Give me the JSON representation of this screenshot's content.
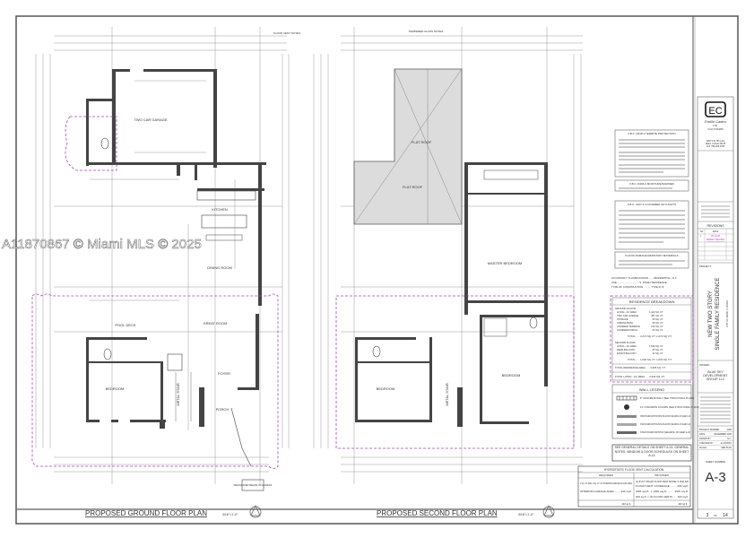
{
  "watermark": "A11870867 © Miami MLS © 2025",
  "ground_plan": {
    "title": "PROPOSED GROUND FLOOR PLAN",
    "scale": "3/16\"=1'-0\"",
    "rooms": [
      "TWO CAR GARAGE",
      "KITCHEN",
      "DINING ROOM",
      "GREAT ROOM",
      "POOL DECK",
      "BEDROOM",
      "METAL STAIR",
      "FOYER",
      "PORCH"
    ],
    "egress_note": "DESIGNATED MEANS OF EGRESS",
    "flood_note": "FLOOD VENT NOTES"
  },
  "second_plan": {
    "title": "PROPOSED SECOND FLOOR PLAN",
    "scale": "3/16\"=1'-0\"",
    "rooms": [
      "FLAT ROOF",
      "MASTER BEDROOM",
      "BEDROOM",
      "BEDROOM",
      "METAL STAIR",
      "FLAT ROOF"
    ],
    "note": "TEMPERED GLASS NOTES"
  },
  "notes": {
    "termite": "F.B.C. R318.1 TERMITE PROTECTION",
    "moisture": "F.B.C. R406.2 MOISTURE BARRIER",
    "overhead": "F.B.C. 2107.3.4 COVERED SKYLIGHTS",
    "flood": "FLOOD DAMAGE RESISTANT MATERIALS",
    "occupancy": "OCCUPANCY CLASSIFICATION ...... RESIDENTIAL / R-3",
    "use": "USE ............................... S. FAMILY RESIDENCE",
    "construction": "TYPE OF CONSTRUCTION .......... TYPE III, B",
    "general": "SEE GENERAL DETAILS ON SHEET A-13, GENERAL NOTES, WINDOW & DOOR SCHEDULES ON SHEET A-14"
  },
  "residence_breakdown": {
    "title": "RESIDENCE BREAKDOWN",
    "ground_label": "GROUND FLOOR:",
    "ground_rows": [
      [
        "LIVING - AC AREA",
        "1,410 SQ. FT."
      ],
      [
        "TWO CAR GARAGE",
        "487 SQ. FT."
      ],
      [
        "STORAGE",
        "60 SQ. FT."
      ],
      [
        "CABANA BATH",
        "50 SQ. FT."
      ],
      [
        "COVERED TERRACE",
        "210 SQ. FT."
      ],
      [
        "COVERED PORCH",
        "63 SQ. FT."
      ]
    ],
    "ground_total": "TOTAL ..... 2,273 SQ. FT.   2,273 SQ. FT.",
    "second_label": "SECOND FLOOR:",
    "second_rows": [
      [
        "LIVING - AC AREA",
        "1,530 SQ. FT."
      ],
      [
        "REAR BALCONY",
        "60 SQ. FT."
      ],
      [
        "FRONT BALCONY",
        "42 SQ. FT."
      ]
    ],
    "second_total": "TOTAL ..... 1,632 SQ. FT.   1,632 SQ. FT.",
    "total_residence": "TOTAL RESIDENCE AREA ..... 3,905 SQ. FT.",
    "total_living": "TOTAL LIVING - AC AREA ..... 2,940 SQ. FT."
  },
  "wall_legend": {
    "title": "WALL LEGEND",
    "items": [
      "8\" CONCRETE WALL (SEE STRUCTURAL PLANS)",
      "12\" CONCRETE COLUMN (SEE STRUCTURAL PLANS)",
      "STRAP BOARD PARTITION WITH INSULATION (SEE DETAIL ON SHEET A-13)",
      "STRAP BOARD PARTITION WITH INSULATION (SEE DETAIL ON SHEET A-13)",
      "STRAP BOARD PARTITION (SEE DETAIL ON SHEET A-13)"
    ]
  },
  "flood_vent": {
    "title": "HYDROSTATIC FLOOD VENT CALCULATION",
    "required_label": "REQUIRED",
    "provided_label": "PROVIDED",
    "required_lines": [
      "1 SQ. IN. PER 1 SQ. FT. OF INTERIOR GARAGE FLOOR AREA",
      "INTERIOR GARAGE AREA ....... 440 sq.ft."
    ],
    "provided_lines": [
      "(2) 8\"x16\" SMART FLOOD VENT MODEL # 1540-520",
      "FLOOD VENT COVERAGE ........ 200 sq.ft.",
      "200 sq.ft. × 200 sq.ft. ...... 200 sq.ft.",
      "200 sq.ft. × (2) FLOOD VENTS ..... 400 sq.ft."
    ],
    "required_total": "440 sq.ft.",
    "provided_total": "400 sq.ft."
  },
  "title_block": {
    "logo": "EC",
    "architect_name": "Emilio Castro",
    "architect_title": "P.E.",
    "architect_license": "Civil # 61980",
    "address_lines": [
      "1460 S.W. 8th Lane",
      "Miami, Florida 33135",
      "Cell: 786-488-0783"
    ],
    "revisions_title": "REVISIONS",
    "rev_headers": [
      "No.",
      "DATE"
    ],
    "rev_rows": [
      [
        "1",
        "05-10-25"
      ]
    ],
    "rev_note": "PERMIT REVIEW",
    "project_label": "PROJECT:",
    "project_title_1": "NEW TWO STORY",
    "project_title_2": "SINGLE FAMILY RESIDENCE",
    "project_address": "CITY OF MIAMI, FLORIDA",
    "owner_label": "OWNER:",
    "owner_name_1": "BLUE SKY",
    "owner_name_2": "DEVELOPMENT",
    "owner_name_3": "GROUP LLC",
    "info_rows": [
      [
        "PROJECT NUMBER",
        "2025"
      ],
      [
        "DATE",
        "DECEMBER 2025"
      ],
      [
        "DRAWN BY",
        "E.C."
      ],
      [
        "CHECKED BY",
        "E.CASTRO"
      ],
      [
        "SCALE",
        "SEE PLAN"
      ]
    ],
    "sheet_label": "SHEET NUMBER",
    "sheet_number": "A-3",
    "sheet_index": "3",
    "sheet_of": "OF",
    "sheet_total": "14"
  },
  "colors": {
    "line": "#333333",
    "revision_cloud": "#b040c0",
    "roof_hatch": "#d8d8d8"
  }
}
